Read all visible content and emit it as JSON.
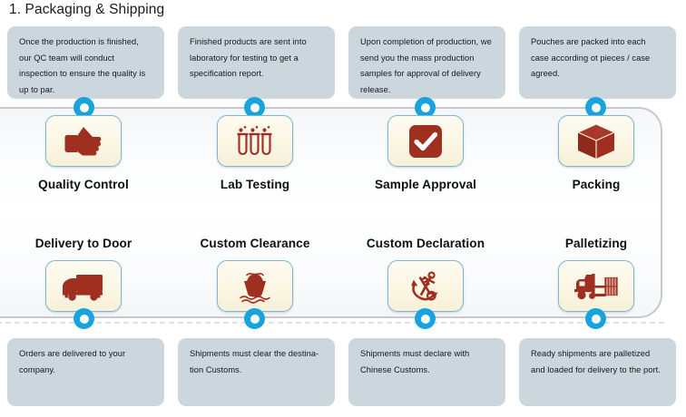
{
  "title": "1. Packaging & Shipping",
  "colors": {
    "icon_red": "#9e2f21",
    "marker_blue": "#19a3dd",
    "note_bg": "#ccd6dd",
    "card_border": "#7fb7cd",
    "card_bg": "#fbf6e4",
    "track_border": "#c3c9ce"
  },
  "top_row": {
    "notes": [
      "Once the production is finished, our QC team will conduct inspection to ensure the quality is up to par.",
      "Finished products are sent into laboratory for testing to get a specification report.",
      "Upon completion of production, we send you the mass production samples for approval of delivery release.",
      "Pouches are packed into each case according ot pieces / case agreed."
    ],
    "stages": [
      {
        "label": "Quality Control",
        "icon": "thumbs-up-icon"
      },
      {
        "label": "Lab Testing",
        "icon": "test-tubes-icon"
      },
      {
        "label": "Sample Approval",
        "icon": "checkmark-box-icon"
      },
      {
        "label": "Packing",
        "icon": "box-3d-icon"
      }
    ]
  },
  "bottom_row": {
    "stages": [
      {
        "label": "Delivery to Door",
        "icon": "delivery-truck-icon"
      },
      {
        "label": "Custom Clearance",
        "icon": "cargo-ship-icon"
      },
      {
        "label": "Custom Declaration",
        "icon": "key-anchor-icon"
      },
      {
        "label": "Palletizing",
        "icon": "forklift-icon"
      }
    ],
    "notes": [
      "Orders are delivered to your company.",
      "Shipments must clear the destina-tion Customs.",
      "Shipments must declare with Chinese Customs.",
      "Ready shipments are palletized and loaded for delivery to the port."
    ]
  }
}
